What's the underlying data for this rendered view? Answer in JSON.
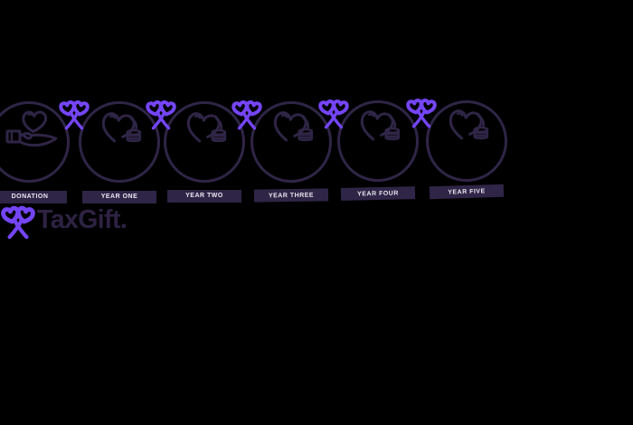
{
  "colors": {
    "background": "#000000",
    "outline": "#2f2546",
    "accent": "#7445f7",
    "label_bg": "#2f2546",
    "label_text": "#eae8f3",
    "logo_text": "#2e2243"
  },
  "timeline": {
    "stages": [
      {
        "label": "DONATION",
        "icon": "hand-giving-heart"
      },
      {
        "label": "YEAR ONE",
        "icon": "heart-with-coins"
      },
      {
        "label": "YEAR TWO",
        "icon": "heart-with-coins"
      },
      {
        "label": "YEAR THREE",
        "icon": "heart-with-coins"
      },
      {
        "label": "YEAR FOUR",
        "icon": "heart-with-coins"
      },
      {
        "label": "YEAR FIVE",
        "icon": "heart-with-coins"
      }
    ],
    "connector_icon": "gift-bow"
  },
  "logo": {
    "text": "TaxGift.",
    "mark": "gift-bow"
  }
}
